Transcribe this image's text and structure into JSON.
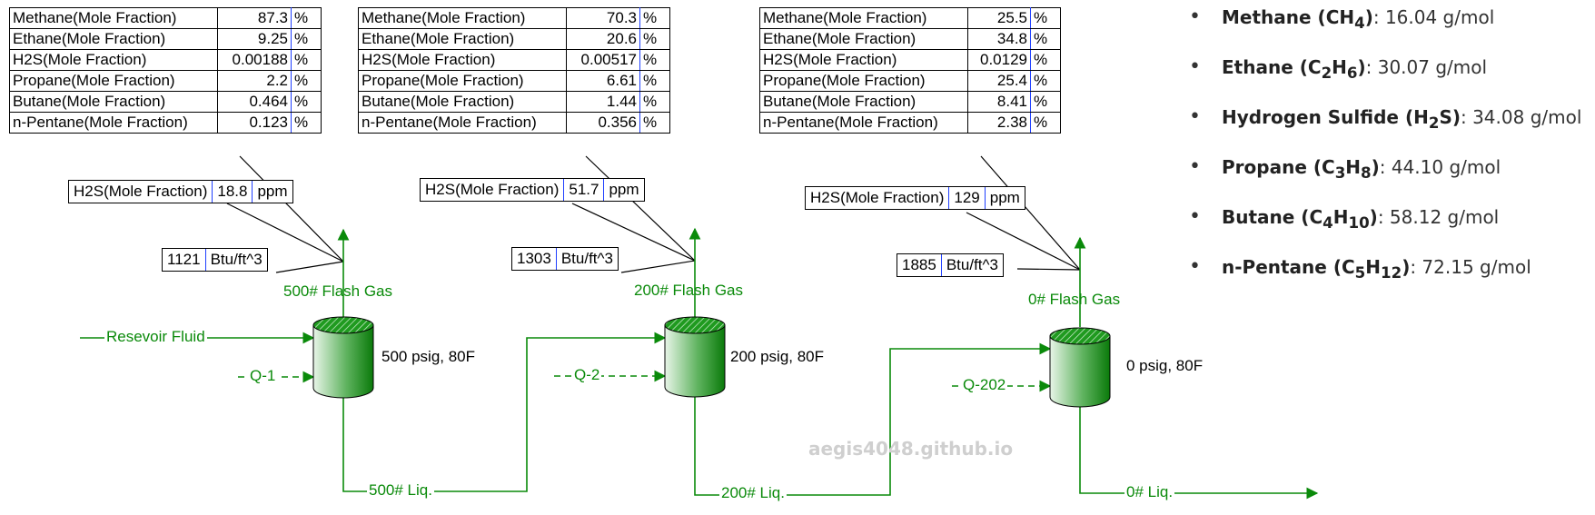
{
  "tables": [
    {
      "rows": [
        {
          "label": "Methane(Mole Fraction)",
          "value": "87.3",
          "unit": "%"
        },
        {
          "label": "Ethane(Mole Fraction)",
          "value": "9.25",
          "unit": "%"
        },
        {
          "label": "H2S(Mole Fraction)",
          "value": "0.00188",
          "unit": "%"
        },
        {
          "label": "Propane(Mole Fraction)",
          "value": "2.2",
          "unit": "%"
        },
        {
          "label": "Butane(Mole Fraction)",
          "value": "0.464",
          "unit": "%"
        },
        {
          "label": "n-Pentane(Mole Fraction)",
          "value": "0.123",
          "unit": "%"
        }
      ]
    },
    {
      "rows": [
        {
          "label": "Methane(Mole Fraction)",
          "value": "70.3",
          "unit": "%"
        },
        {
          "label": "Ethane(Mole Fraction)",
          "value": "20.6",
          "unit": "%"
        },
        {
          "label": "H2S(Mole Fraction)",
          "value": "0.00517",
          "unit": "%"
        },
        {
          "label": "Propane(Mole Fraction)",
          "value": "6.61",
          "unit": "%"
        },
        {
          "label": "Butane(Mole Fraction)",
          "value": "1.44",
          "unit": "%"
        },
        {
          "label": "n-Pentane(Mole Fraction)",
          "value": "0.356",
          "unit": "%"
        }
      ]
    },
    {
      "rows": [
        {
          "label": "Methane(Mole Fraction)",
          "value": "25.5",
          "unit": "%"
        },
        {
          "label": "Ethane(Mole Fraction)",
          "value": "34.8",
          "unit": "%"
        },
        {
          "label": "H2S(Mole Fraction)",
          "value": "0.0129",
          "unit": "%"
        },
        {
          "label": "Propane(Mole Fraction)",
          "value": "25.4",
          "unit": "%"
        },
        {
          "label": "Butane(Mole Fraction)",
          "value": "8.41",
          "unit": "%"
        },
        {
          "label": "n-Pentane(Mole Fraction)",
          "value": "2.38",
          "unit": "%"
        }
      ]
    }
  ],
  "h2s_ppm": [
    {
      "label": "H2S(Mole Fraction)",
      "value": "18.8",
      "unit": "ppm"
    },
    {
      "label": "H2S(Mole Fraction)",
      "value": "51.7",
      "unit": "ppm"
    },
    {
      "label": "H2S(Mole Fraction)",
      "value": "129",
      "unit": "ppm"
    }
  ],
  "heating_value": [
    {
      "value": "1121",
      "unit": "Btu/ft^3"
    },
    {
      "value": "1303",
      "unit": "Btu/ft^3"
    },
    {
      "value": "1885",
      "unit": "Btu/ft^3"
    }
  ],
  "streams": {
    "feed": "Resevoir Fluid",
    "gas": [
      "500# Flash Gas",
      "200# Flash Gas",
      "0# Flash Gas"
    ],
    "liquid": [
      "500# Liq.",
      "200# Liq.",
      "0# Liq."
    ],
    "energy": [
      "Q-1",
      "Q-2",
      "Q-202"
    ]
  },
  "separators": [
    "500 psig, 80F",
    "200 psig, 80F",
    "0 psig, 80F"
  ],
  "molar_masses": [
    {
      "name": "Methane",
      "formula_pre": "CH",
      "formula_sub": "4",
      "formula_rest": "",
      "formula_sub2": "",
      "value": ": 16.04 g/mol"
    },
    {
      "name": "Ethane",
      "formula_pre": "C",
      "formula_sub": "2",
      "formula_rest": "H",
      "formula_sub2": "6",
      "value": ": 30.07 g/mol"
    },
    {
      "name": "Hydrogen Sulfide",
      "formula_pre": "H",
      "formula_sub": "2",
      "formula_rest": "S",
      "formula_sub2": "",
      "value": ": 34.08 g/mol"
    },
    {
      "name": "Propane",
      "formula_pre": "C",
      "formula_sub": "3",
      "formula_rest": "H",
      "formula_sub2": "8",
      "value": ": 44.10 g/mol"
    },
    {
      "name": "Butane",
      "formula_pre": "C",
      "formula_sub": "4",
      "formula_rest": "H",
      "formula_sub2": "10",
      "value": ": 58.12 g/mol"
    },
    {
      "name": "n-Pentane",
      "formula_pre": "C",
      "formula_sub": "5",
      "formula_rest": "H",
      "formula_sub2": "12",
      "value": ": 72.15 g/mol"
    }
  ],
  "watermark": "aegis4048.github.io",
  "colors": {
    "stream": "#0a8a0a",
    "vessel_dark": "#0a7a0a",
    "vessel_light": "#e8f5e8"
  }
}
